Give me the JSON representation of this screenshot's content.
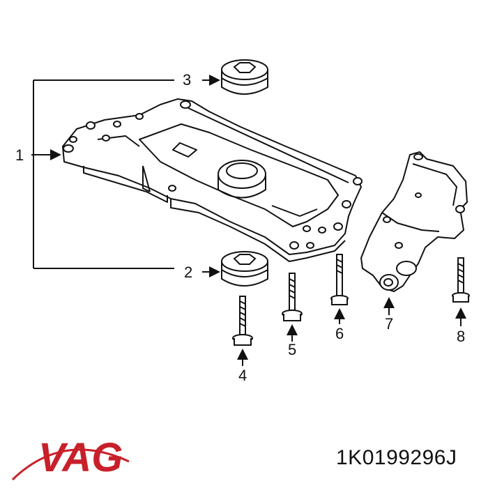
{
  "callouts": {
    "c1": "1",
    "c2": "2",
    "c3": "3",
    "c4": "4",
    "c5": "5",
    "c6": "6",
    "c7": "7",
    "c8": "8"
  },
  "brand": {
    "logo_text": "VAG",
    "logo_color": "#c8202a"
  },
  "part_number": "1K0199296J"
}
